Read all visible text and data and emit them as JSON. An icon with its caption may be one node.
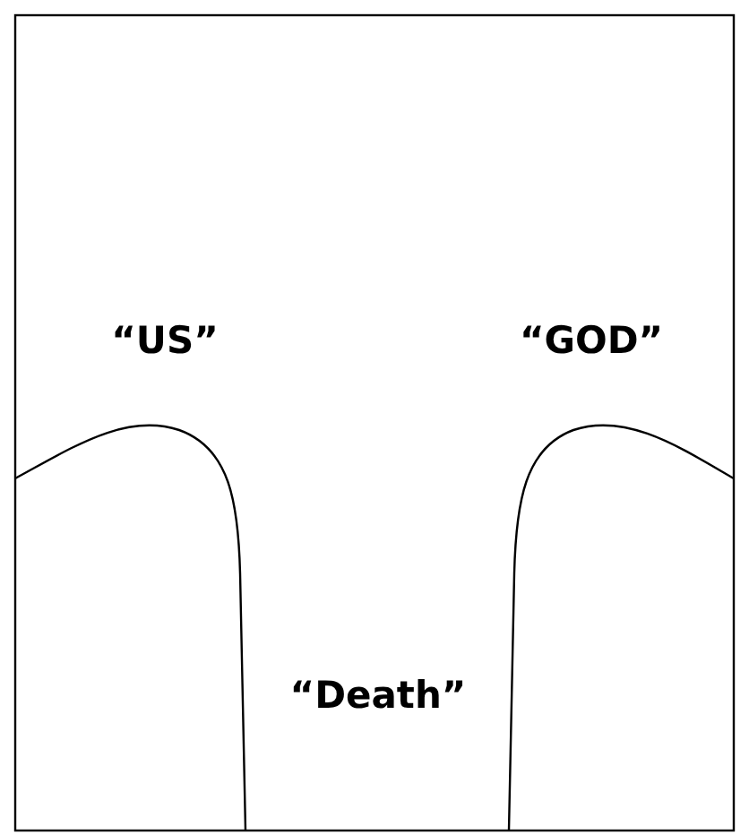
{
  "diagram": {
    "labels": [
      "“US”",
      "“GOD”",
      "“Death”"
    ]
  }
}
